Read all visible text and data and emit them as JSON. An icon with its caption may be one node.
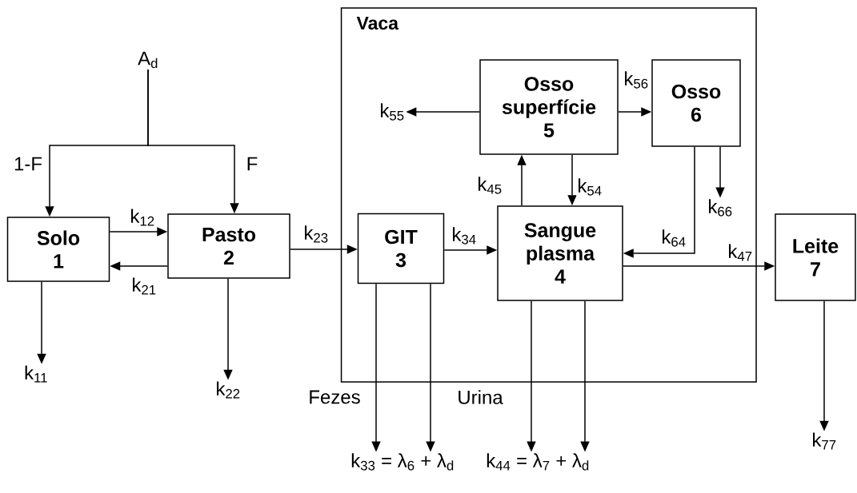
{
  "diagram": {
    "nodes": [
      {
        "text": [
          "A$_{d}$"
        ]
      },
      {
        "text": [
          "Solo 1"
        ]
      },
      {
        "text": [
          "Pasto 2"
        ]
      },
      {
        "text": [
          "k$_{11}$"
        ]
      },
      {
        "text": [
          "k$_{22}$"
        ]
      },
      {
        "text": [
          "Vaca"
        ]
      },
      {
        "text": [
          "Osso superfície 5"
        ],
        "in": 5
      },
      {
        "text": [
          "Osso 6"
        ],
        "in": 5
      },
      {
        "text": [
          "k$_{55}$"
        ],
        "in": 5
      },
      {
        "text": [
          "k$_{66}$"
        ],
        "in": 5
      },
      {
        "text": [
          "GIT 3"
        ],
        "in": 5
      },
      {
        "text": [
          "Sangue plasma 4"
        ],
        "in": 5
      },
      {
        "text": [
          "Leite 7"
        ]
      },
      {
        "text": [
          "k$_{33}$ = λ$_{6}$ + λ$_{d}$"
        ]
      },
      {
        "text": [
          "k$_{44}$ = λ$_{7}$ + λ$_{d}$"
        ]
      },
      {
        "text": [
          "k$_{77}$"
        ]
      }
    ],
    "edges": [
      {
        "from": 0,
        "to": 1,
        "arrow": "to",
        "label": "1-F"
      },
      {
        "from": 0,
        "to": 2,
        "arrow": "to",
        "label": "F"
      },
      {
        "from": 1,
        "to": 2,
        "arrow": "to",
        "label": "k$_{12}$"
      },
      {
        "from": 2,
        "to": 1,
        "arrow": "to",
        "label": "k$_{21}$"
      },
      {
        "from": 1,
        "to": 3,
        "arrow": "to"
      },
      {
        "from": 2,
        "to": 4,
        "arrow": "to"
      },
      {
        "from": 2,
        "to": 10,
        "arrow": "to",
        "label": "k$_{23}$"
      },
      {
        "from": 10,
        "to": 11,
        "arrow": "to",
        "label": "k$_{34}$"
      },
      {
        "from": 11,
        "to": 6,
        "arrow": "to",
        "label": "k$_{45}$"
      },
      {
        "from": 6,
        "to": 11,
        "arrow": "to",
        "label": "k$_{54}$"
      },
      {
        "from": 6,
        "to": 8,
        "arrow": "to"
      },
      {
        "from": 6,
        "to": 7,
        "arrow": "to",
        "label": "k$_{56}$"
      },
      {
        "from": 7,
        "to": 9,
        "arrow": "to"
      },
      {
        "from": 7,
        "to": 11,
        "arrow": "to",
        "label": "k$_{64}$"
      },
      {
        "from": 11,
        "to": 12,
        "arrow": "to",
        "label": "k$_{47}$"
      },
      {
        "from": 10,
        "to": 13,
        "arrow": "to",
        "label": "Fezes"
      },
      {
        "from": 10,
        "to": 13,
        "arrow": "to"
      },
      {
        "from": 11,
        "to": 14,
        "arrow": "to",
        "label": "Urina"
      },
      {
        "from": 11,
        "to": 14,
        "arrow": "to"
      },
      {
        "from": 12,
        "to": 15,
        "arrow": "to"
      }
    ]
  }
}
